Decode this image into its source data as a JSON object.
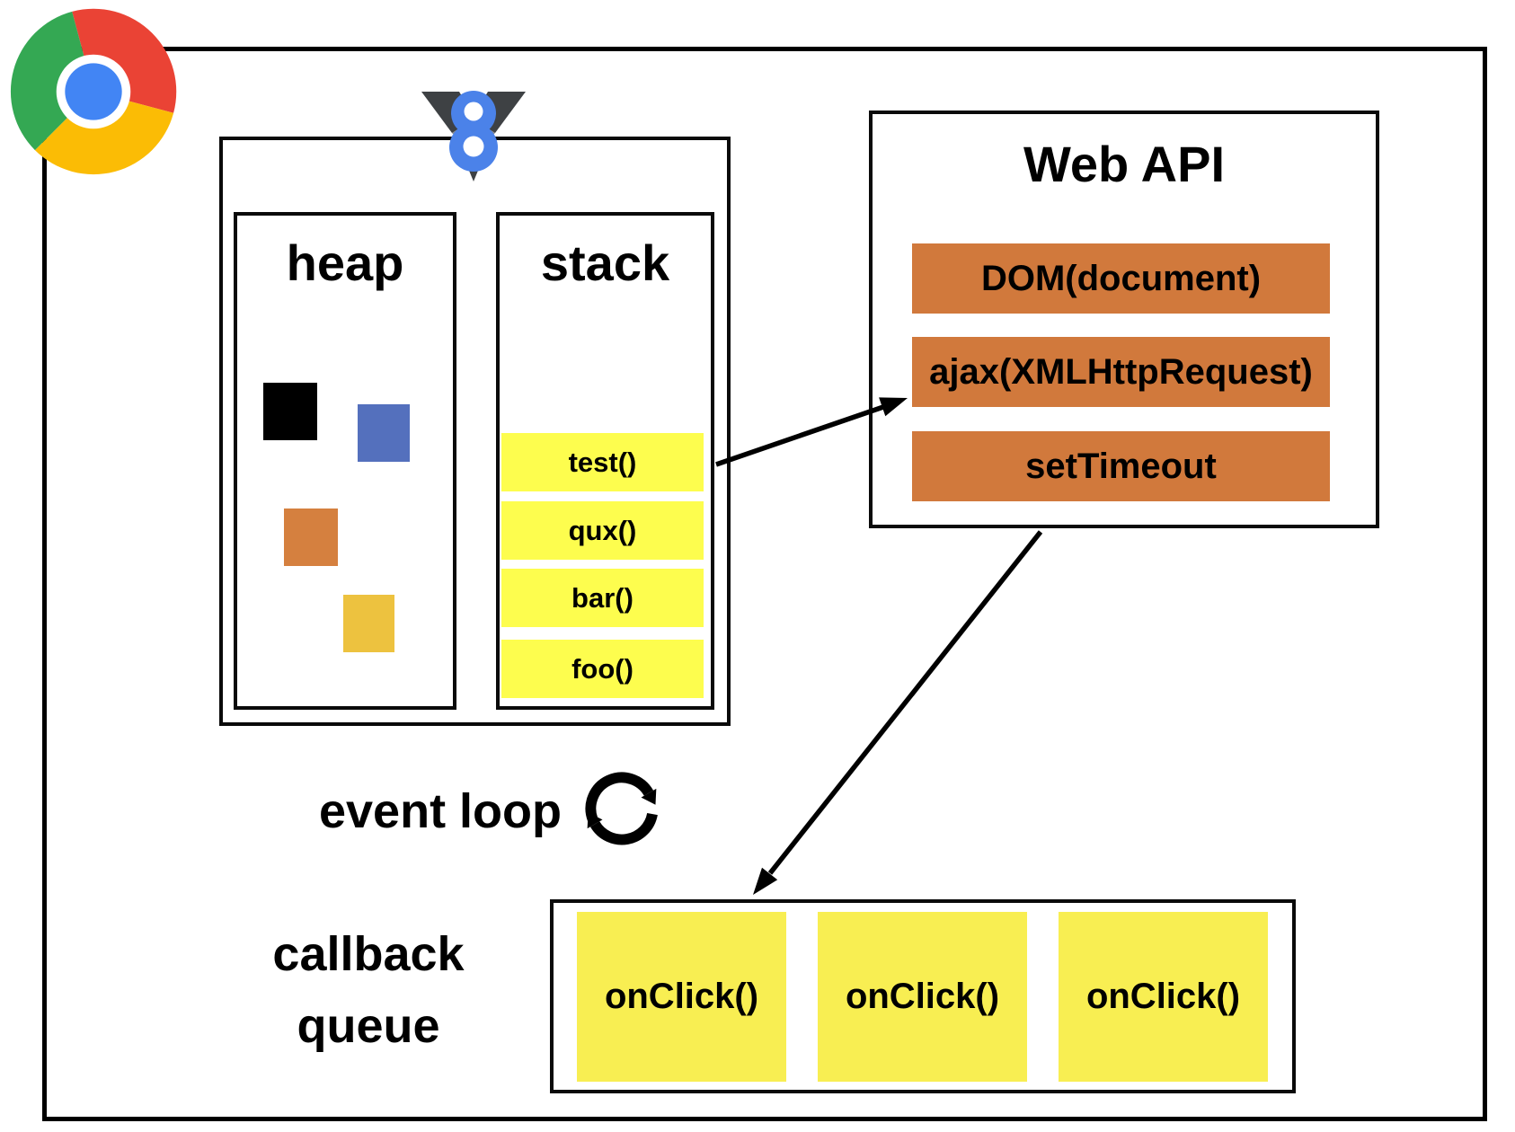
{
  "browser": {
    "icon": "chrome-logo"
  },
  "js_engine": {
    "icon": "v8-logo",
    "heap": {
      "label": "heap",
      "blocks": [
        {
          "name": "heap-block-black",
          "color": "#000000"
        },
        {
          "name": "heap-block-blue",
          "color": "#5470BD"
        },
        {
          "name": "heap-block-orange",
          "color": "#D5803F"
        },
        {
          "name": "heap-block-gold",
          "color": "#EDC23F"
        }
      ]
    },
    "stack": {
      "label": "stack",
      "frames": [
        "test()",
        "qux()",
        "bar()",
        "foo()"
      ],
      "frame_color": "#FDFD4E"
    }
  },
  "web_api": {
    "title": "Web API",
    "items": [
      "DOM(document)",
      "ajax(XMLHttpRequest)",
      "setTimeout"
    ],
    "item_color": "#D1793C"
  },
  "event_loop": {
    "label": "event loop",
    "icon": "loop-arrows-icon"
  },
  "callback_queue": {
    "label_line1": "callback",
    "label_line2": "queue",
    "items": [
      "onClick()",
      "onClick()",
      "onClick()"
    ],
    "item_color": "#F8EE52"
  },
  "colors": {
    "frame_border": "#000000",
    "chrome_red": "#EA4335",
    "chrome_yellow": "#FBBC05",
    "chrome_green": "#34A853",
    "chrome_blue": "#4285F4",
    "v8_blue": "#4B82E9",
    "v8_dark": "#3E4144"
  }
}
